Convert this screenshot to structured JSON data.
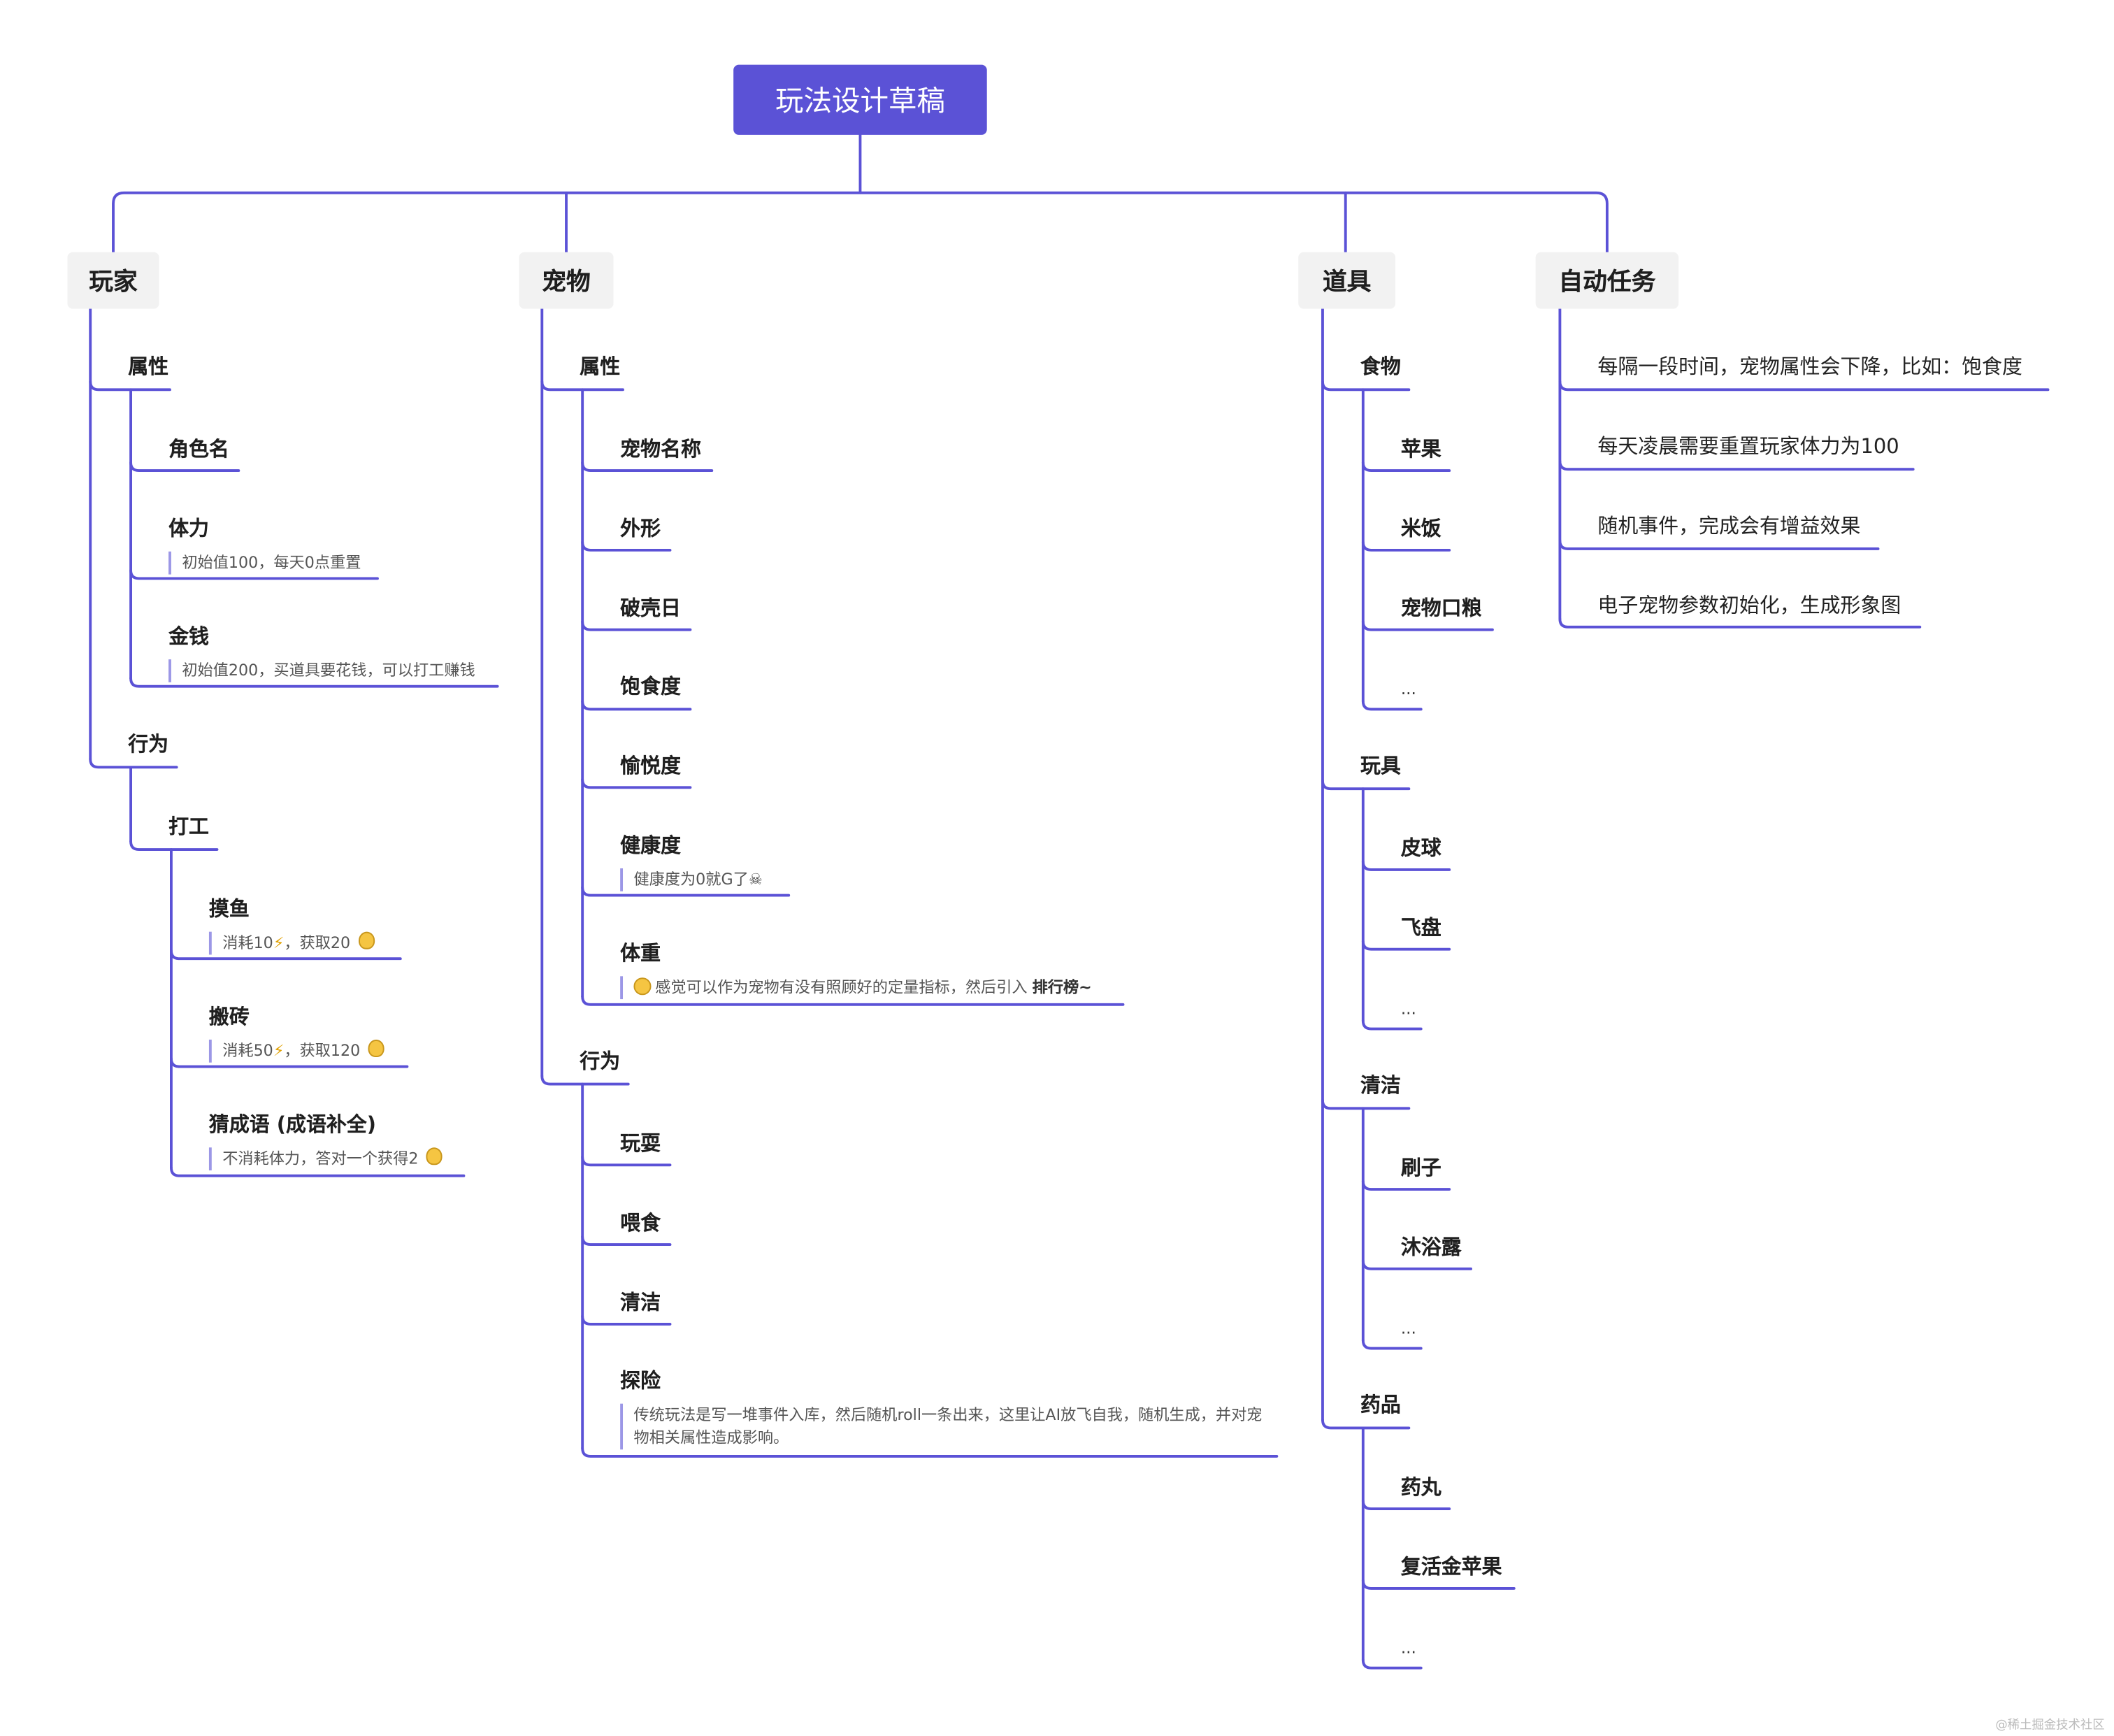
{
  "title": "玩法设计草稿",
  "branches": {
    "player": {
      "label": "玩家",
      "attr": {
        "label": "属性",
        "role_name": "角色名",
        "stamina": {
          "label": "体力",
          "note": "初始值100，每天0点重置"
        },
        "money": {
          "label": "金钱",
          "note": "初始值200，买道具要花钱，可以打工赚钱"
        }
      },
      "behavior": {
        "label": "行为",
        "work": {
          "label": "打工",
          "fish": {
            "label": "摸鱼",
            "note_a": "消耗10",
            "note_b": "，获取20"
          },
          "brick": {
            "label": "搬砖",
            "note_a": "消耗50",
            "note_b": "，获取120"
          },
          "idiom": {
            "label": "猜成语 (成语补全)",
            "note": "不消耗体力，答对一个获得2"
          }
        }
      }
    },
    "pet": {
      "label": "宠物",
      "attr": {
        "label": "属性",
        "name": "宠物名称",
        "appearance": "外形",
        "hatch_day": "破壳日",
        "satiety": "饱食度",
        "joy": "愉悦度",
        "health": {
          "label": "健康度",
          "note": "健康度为0就G了"
        },
        "weight": {
          "label": "体重",
          "note_a": "感觉可以作为宠物有没有照顾好的定量指标，然后引入 ",
          "note_b": "排行榜~"
        }
      },
      "behavior": {
        "label": "行为",
        "play": "玩耍",
        "feed": "喂食",
        "clean": "清洁",
        "explore": {
          "label": "探险",
          "note": "传统玩法是写一堆事件入库，然后随机roll一条出来，这里让AI放飞自我，随机生成，并对宠物相关属性造成影响。"
        }
      }
    },
    "items": {
      "label": "道具",
      "food": {
        "label": "食物",
        "apple": "苹果",
        "rice": "米饭",
        "ration": "宠物口粮",
        "more": "..."
      },
      "toys": {
        "label": "玩具",
        "ball": "皮球",
        "frisbee": "飞盘",
        "more": "..."
      },
      "cleaning": {
        "label": "清洁",
        "brush": "刷子",
        "shower_gel": "沐浴露",
        "more": "..."
      },
      "medicine": {
        "label": "药品",
        "pill": "药丸",
        "golden_apple": "复活金苹果",
        "more": "..."
      }
    },
    "auto": {
      "label": "自动任务",
      "tasks": [
        "每隔一段时间，宠物属性会下降，比如：饱食度",
        "每天凌晨需要重置玩家体力为100",
        "随机事件，完成会有增益效果",
        "电子宠物参数初始化，生成形象图"
      ]
    }
  },
  "watermark": "@稀土掘金技术社区",
  "colors": {
    "line": "#5b52d6",
    "root_bg": "#5b52d6",
    "branch_bg": "#f2f2f2",
    "note_bar": "#9c97e6"
  }
}
